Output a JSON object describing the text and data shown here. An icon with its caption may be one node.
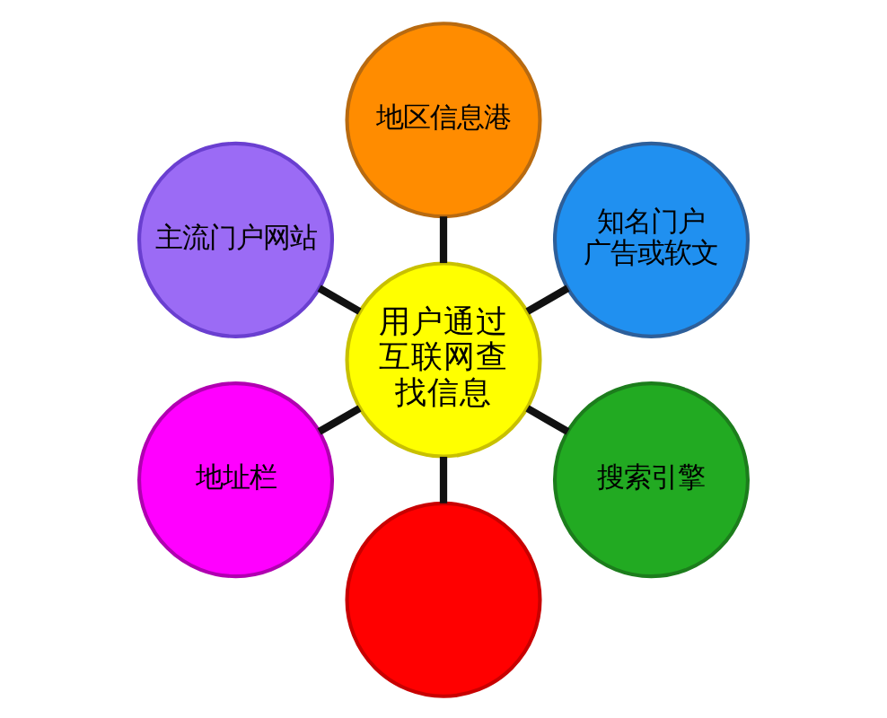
{
  "diagram": {
    "nodes": [
      {
        "text": [
          "地区信息港"
        ]
      },
      {
        "text": [
          "主流门户网站"
        ]
      },
      {
        "text": [
          "知名门户广告或软文"
        ]
      },
      {
        "text": [
          "用户通过互联网查找信息"
        ]
      },
      {
        "text": [
          "地址栏"
        ]
      },
      {
        "text": [
          "搜索引擎"
        ]
      },
      {
        "text": [],
        "shape": "circle"
      }
    ],
    "edges": [
      {
        "from": 3,
        "to": 0,
        "arrow": "none"
      },
      {
        "from": 3,
        "to": 2,
        "arrow": "none"
      },
      {
        "from": 3,
        "to": 5,
        "arrow": "none"
      },
      {
        "from": 3,
        "to": 6,
        "arrow": "none"
      },
      {
        "from": 3,
        "to": 4,
        "arrow": "none"
      },
      {
        "from": 3,
        "to": 1,
        "arrow": "none"
      }
    ]
  }
}
